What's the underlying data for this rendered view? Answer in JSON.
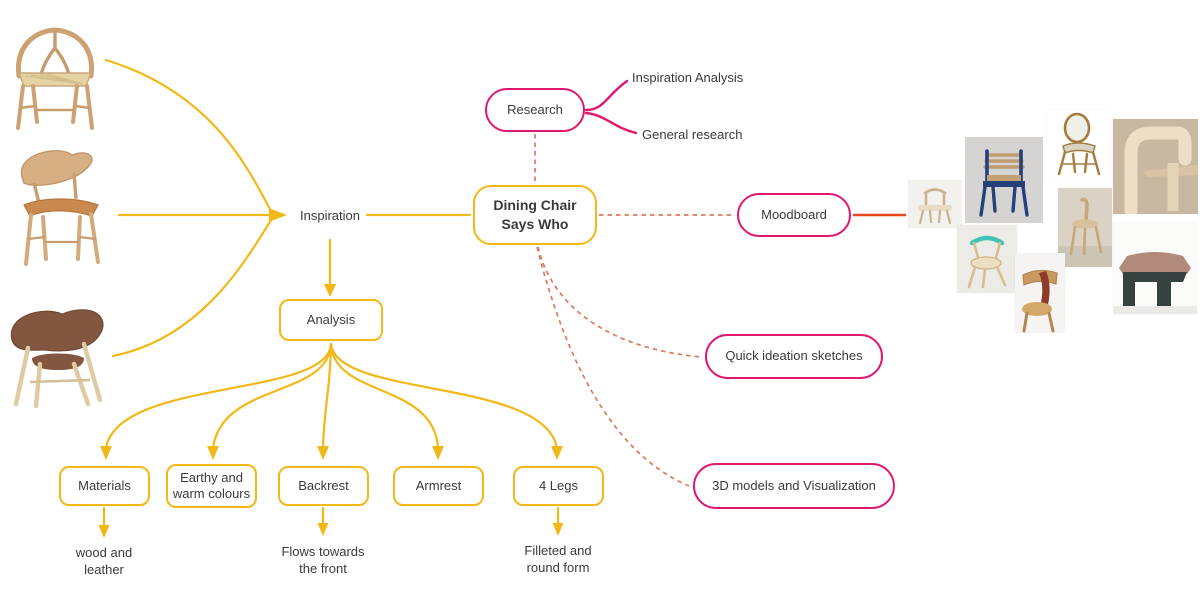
{
  "colors": {
    "yellow": "#F2B818",
    "pink": "#E0176E",
    "salmon": "#DC7A5E",
    "red": "#E8491F",
    "text": "#3A3A3A"
  },
  "center_node": {
    "line1": "Dining Chair",
    "line2": "Says Who"
  },
  "nodes": {
    "research": "Research",
    "moodboard": "Moodboard",
    "quick_ideation": "Quick ideation sketches",
    "models_3d": "3D models and Visualization",
    "inspiration": "Inspiration",
    "analysis": "Analysis",
    "materials": "Materials",
    "earthy": {
      "line1": "Earthy and",
      "line2": "warm colours"
    },
    "backrest": "Backrest",
    "armrest": "Armrest",
    "four_legs": "4 Legs"
  },
  "annotations": {
    "inspiration_analysis": "Inspiration Analysis",
    "general_research": "General research",
    "wood_leather": {
      "line1": "wood and",
      "line2": "leather"
    },
    "flows_front": {
      "line1": "Flows towards",
      "line2": "the front"
    },
    "filleted_round": {
      "line1": "Filleted and",
      "line2": "round form"
    }
  },
  "images": {
    "left_chairs": [
      "wishbone oak chair photo",
      "oak chair with leather seat photo",
      "brown upholstered lounge chair photo"
    ],
    "moodboard_tiles": [
      "light oak low-back chair",
      "navy frame chair with wood slats",
      "bentwood side chair",
      "light wood chair frame close-up",
      "pale chair with teal rail",
      "slender wood chair in room",
      "wood chair with red strap close-up",
      "wood stool with dark legs"
    ]
  }
}
